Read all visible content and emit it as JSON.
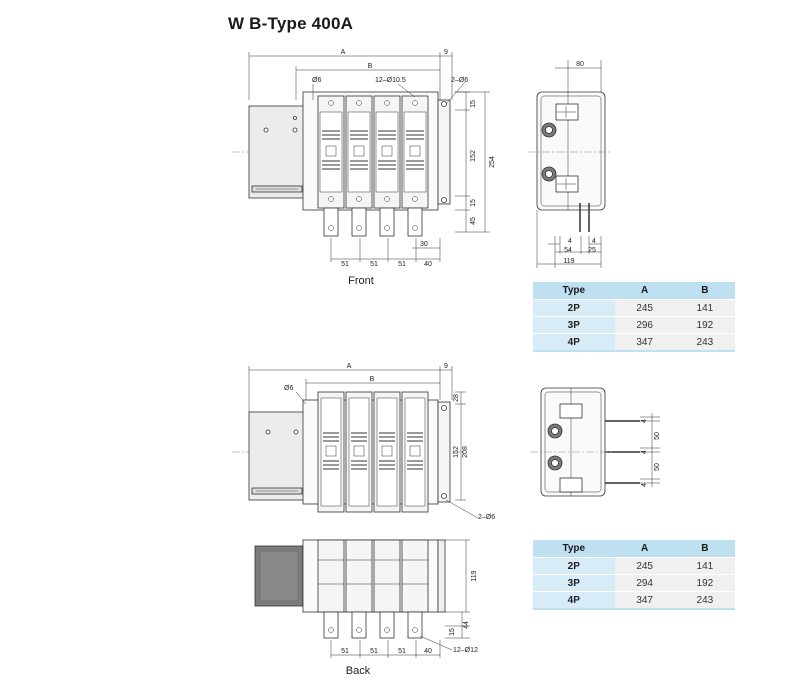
{
  "title": "W B-Type 400A",
  "captions": {
    "front": "Front",
    "back": "Back"
  },
  "dims_front": {
    "A": "A",
    "B": "B",
    "d9": "9",
    "phi6": "Ø6",
    "holes12": "12–Ø10.5",
    "holes2": "2–Ø6",
    "d15a": "15",
    "d152": "152",
    "d254": "254",
    "d15b": "15",
    "d45": "45",
    "d30": "30",
    "d51a": "51",
    "d51b": "51",
    "d51c": "51",
    "d40": "40"
  },
  "dims_side1": {
    "d80": "80",
    "d4a": "4",
    "d4b": "4",
    "d54": "54",
    "d25": "25",
    "d119": "119"
  },
  "dims_mid": {
    "A": "A",
    "B": "B",
    "d9": "9",
    "phi6": "Ø6",
    "d28": "28",
    "d152": "152",
    "d208": "208",
    "holes2": "2–Ø6"
  },
  "dims_side2": {
    "d4a": "4",
    "d50a": "50",
    "d4b": "4",
    "d50b": "50",
    "d4c": "4"
  },
  "dims_back": {
    "d119": "119",
    "d15": "15",
    "d44": "44",
    "d51a": "51",
    "d51b": "51",
    "d51c": "51",
    "d40": "40",
    "holes12": "12–Ø12"
  },
  "table_headers": [
    "Type",
    "A",
    "B"
  ],
  "table1": [
    {
      "type": "2P",
      "a": "245",
      "b": "141"
    },
    {
      "type": "3P",
      "a": "296",
      "b": "192"
    },
    {
      "type": "4P",
      "a": "347",
      "b": "243"
    }
  ],
  "table2": [
    {
      "type": "2P",
      "a": "245",
      "b": "141"
    },
    {
      "type": "3P",
      "a": "294",
      "b": "192"
    },
    {
      "type": "4P",
      "a": "347",
      "b": "243"
    }
  ]
}
